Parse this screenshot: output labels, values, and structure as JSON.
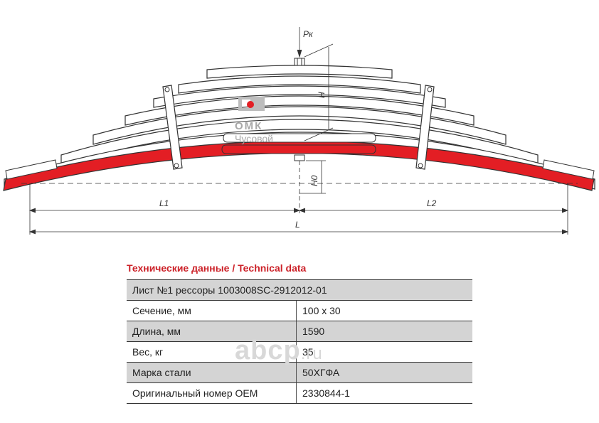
{
  "drawing": {
    "force_label": "Pк",
    "height_label": "H",
    "height0_label": "H0",
    "left_length_label": "L1",
    "right_length_label": "L2",
    "total_length_label": "L",
    "colors": {
      "main_leaf": "#e31e24",
      "outline": "#333333",
      "dash": "#555555"
    }
  },
  "logo": {
    "company": "ОМК",
    "city": "Чусовой",
    "colors": {
      "box": "#bdbdbd",
      "dot": "#e31e24"
    }
  },
  "spec": {
    "title": "Технические данные / Technical data",
    "header": "Лист №1 рессоры 1003008SC-2912012-01",
    "rows": [
      {
        "label": "Сечение, мм",
        "value": "100 х 30"
      },
      {
        "label": "Длина, мм",
        "value": "1590"
      },
      {
        "label": "Вес, кг",
        "value": "35"
      },
      {
        "label": "Марка стали",
        "value": "50ХГФА"
      },
      {
        "label": "Оригинальный номер OEM",
        "value": "2330844-1"
      }
    ]
  },
  "watermark": {
    "name": "abcp",
    "tld": ".ru"
  }
}
